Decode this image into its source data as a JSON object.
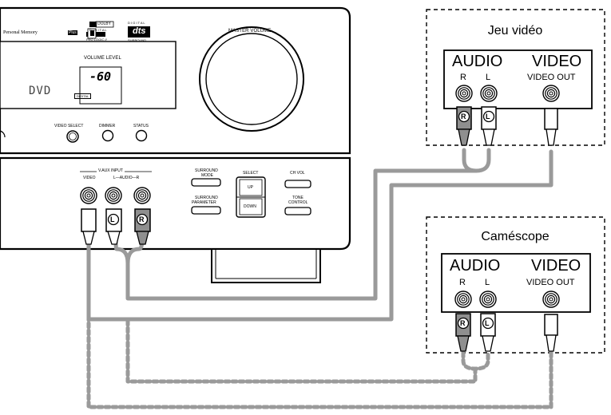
{
  "receiver": {
    "personal_memory": "Personal Memory",
    "personal_memory_badge": "Plus",
    "dolby_logo": "DOLBY",
    "dolby_sub": "D I G I T A L",
    "prologic": "PRO LOGIC II",
    "dts_top": "D I G I T A L",
    "dts_logo": "dts",
    "dts_sub": "SURROUND",
    "master_volume": "MASTER VOLUME",
    "volume_level": "VOLUME LEVEL",
    "display_value": "-60",
    "display_source": "DVD",
    "display_badge": "DIGITAL",
    "video_select": "VIDEO SELECT",
    "dimmer": "DIMMER",
    "status": "STATUS",
    "vaux_input": "V.AUX INPUT",
    "video": "VIDEO",
    "audio_lr": "L—AUDIO—R",
    "surround_mode": [
      "SURROUND",
      "MODE"
    ],
    "surround_parameter": [
      "SURROUND",
      "PARAMETER"
    ],
    "select": "SELECT",
    "up": "UP",
    "down": "DOWN",
    "ch_vol": "CH  VOL",
    "tone_control": [
      "TONE",
      "CONTROL"
    ]
  },
  "plug_letters": {
    "left": "L",
    "right": "R"
  },
  "devices": [
    {
      "title": "Jeu vidéo",
      "audio": "AUDIO",
      "video": "VIDEO",
      "r": "R",
      "l": "L",
      "video_out": "VIDEO OUT"
    },
    {
      "title": "Caméscope",
      "audio": "AUDIO",
      "video": "VIDEO",
      "r": "R",
      "l": "L",
      "video_out": "VIDEO OUT"
    }
  ],
  "colors": {
    "line": "#000000",
    "cable": "#9a9a9a",
    "plug_fill": "#8f8f8f"
  }
}
